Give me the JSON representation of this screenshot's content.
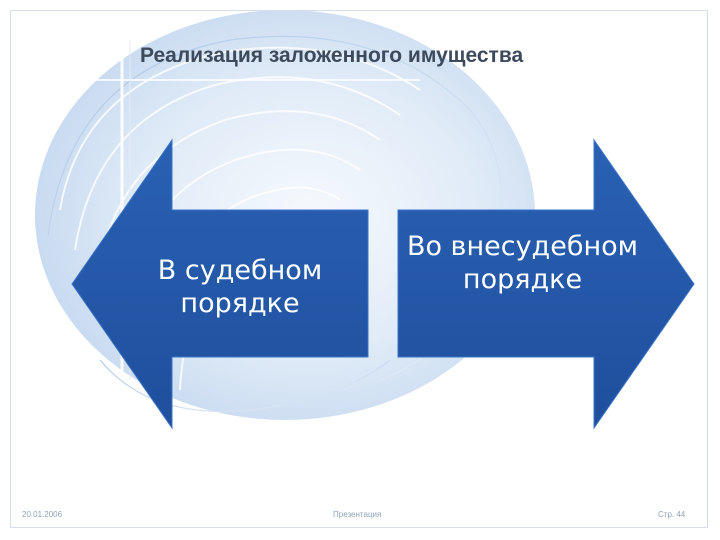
{
  "slide": {
    "title": "Реализация заложенного имущества",
    "arrow_left": {
      "label": "В судебном порядке"
    },
    "arrow_right": {
      "label": "Во внесудебном порядке"
    },
    "footer": {
      "date": "20.01.2006",
      "center": "Презентация",
      "page": "Стр. 44"
    }
  },
  "colors": {
    "arrow_fill": "#2457a8",
    "arrow_edge": "#3b74c8",
    "title": "#3c4a5c",
    "footer_text": "#8fa3bd",
    "background_swirl": "#cfe0f3"
  },
  "icons": [
    "nautilus-background-graphic",
    "left-arrow-shape",
    "right-arrow-shape"
  ]
}
